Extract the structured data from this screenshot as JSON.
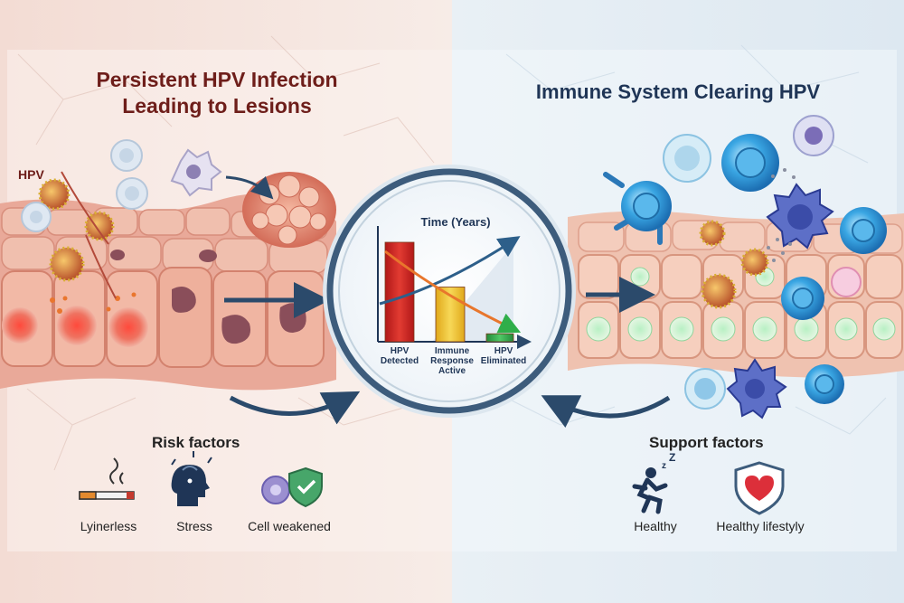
{
  "left_panel": {
    "title_line1": "Persistent HPV Infection",
    "title_line2": "Leading to Lesions",
    "hpv_label": "HPV",
    "risk_heading": "Risk factors",
    "risk_factors": [
      {
        "label": "Lyinerless",
        "icon": "cigarette-icon"
      },
      {
        "label": "Stress",
        "icon": "stressed-head-icon"
      },
      {
        "label": "Cell weakened",
        "icon": "shield-check-icon"
      }
    ]
  },
  "right_panel": {
    "title": "Immune System Clearing HPV",
    "support_heading": "Support factors",
    "support_factors": [
      {
        "label": "Healthy",
        "icon": "runner-icon"
      },
      {
        "label": "Healthy lifestyly",
        "icon": "heart-shield-icon"
      }
    ]
  },
  "center_chart": {
    "title": "Time (Years)",
    "categories": [
      "HPV Detected",
      "Immune Response Active",
      "HPV Eliminated"
    ],
    "category_lines": [
      [
        "HPV",
        "Detected"
      ],
      [
        "Immune",
        "Response",
        "Active"
      ],
      [
        "HPV",
        "Eliminated"
      ]
    ],
    "values": [
      1.0,
      0.55,
      0.08
    ],
    "bar_colors": [
      "#d42a2a",
      "#f2c93a",
      "#2fae4a"
    ],
    "trend_colors": {
      "up": "#2d5f8a",
      "down": "#e8762c"
    }
  },
  "colors": {
    "left_bg": "#f6e7e2",
    "right_bg": "#e8f0f6",
    "arrow": "#2b4a6b",
    "ring": "#3d5c7c"
  }
}
